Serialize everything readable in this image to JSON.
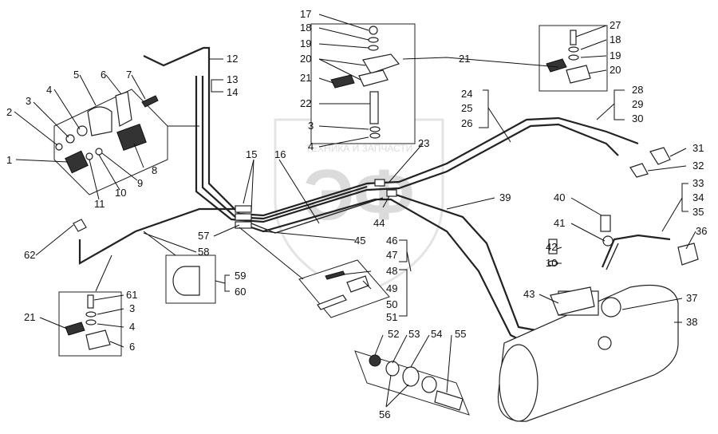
{
  "watermark": {
    "text": "ТЕХНИКА И ЗАПЧАСТИ",
    "logo": "ЭФ"
  },
  "callouts": [
    {
      "id": "c1",
      "label": "1"
    },
    {
      "id": "c2",
      "label": "2"
    },
    {
      "id": "c3",
      "label": "3"
    },
    {
      "id": "c4",
      "label": "4"
    },
    {
      "id": "c5",
      "label": "5"
    },
    {
      "id": "c6",
      "label": "6"
    },
    {
      "id": "c7",
      "label": "7"
    },
    {
      "id": "c8",
      "label": "8"
    },
    {
      "id": "c9",
      "label": "9"
    },
    {
      "id": "c10",
      "label": "10"
    },
    {
      "id": "c11",
      "label": "11"
    },
    {
      "id": "c12",
      "label": "12"
    },
    {
      "id": "c13",
      "label": "13"
    },
    {
      "id": "c14",
      "label": "14"
    },
    {
      "id": "c15",
      "label": "15"
    },
    {
      "id": "c16",
      "label": "16"
    },
    {
      "id": "c17",
      "label": "17"
    },
    {
      "id": "c18a",
      "label": "18"
    },
    {
      "id": "c19a",
      "label": "19"
    },
    {
      "id": "c20a",
      "label": "20"
    },
    {
      "id": "c21a",
      "label": "21"
    },
    {
      "id": "c22",
      "label": "22"
    },
    {
      "id": "c3b",
      "label": "3"
    },
    {
      "id": "c4b",
      "label": "4"
    },
    {
      "id": "c23",
      "label": "23"
    },
    {
      "id": "c44",
      "label": "44"
    },
    {
      "id": "c21b",
      "label": "21"
    },
    {
      "id": "c27",
      "label": "27"
    },
    {
      "id": "c18b",
      "label": "18"
    },
    {
      "id": "c19b",
      "label": "19"
    },
    {
      "id": "c20b",
      "label": "20"
    },
    {
      "id": "c24",
      "label": "24"
    },
    {
      "id": "c25",
      "label": "25"
    },
    {
      "id": "c26",
      "label": "26"
    },
    {
      "id": "c28",
      "label": "28"
    },
    {
      "id": "c29",
      "label": "29"
    },
    {
      "id": "c30",
      "label": "30"
    },
    {
      "id": "c31",
      "label": "31"
    },
    {
      "id": "c32",
      "label": "32"
    },
    {
      "id": "c33",
      "label": "33"
    },
    {
      "id": "c34",
      "label": "34"
    },
    {
      "id": "c35",
      "label": "35"
    },
    {
      "id": "c36",
      "label": "36"
    },
    {
      "id": "c37",
      "label": "37"
    },
    {
      "id": "c38",
      "label": "38"
    },
    {
      "id": "c39",
      "label": "39"
    },
    {
      "id": "c40",
      "label": "40"
    },
    {
      "id": "c41",
      "label": "41"
    },
    {
      "id": "c42",
      "label": "42"
    },
    {
      "id": "c10b",
      "label": "10"
    },
    {
      "id": "c43",
      "label": "43"
    },
    {
      "id": "c45",
      "label": "45"
    },
    {
      "id": "c46",
      "label": "46"
    },
    {
      "id": "c47",
      "label": "47"
    },
    {
      "id": "c48",
      "label": "48"
    },
    {
      "id": "c49",
      "label": "49"
    },
    {
      "id": "c50",
      "label": "50"
    },
    {
      "id": "c51",
      "label": "51"
    },
    {
      "id": "c52",
      "label": "52"
    },
    {
      "id": "c53",
      "label": "53"
    },
    {
      "id": "c54",
      "label": "54"
    },
    {
      "id": "c55",
      "label": "55"
    },
    {
      "id": "c56",
      "label": "56"
    },
    {
      "id": "c57",
      "label": "57"
    },
    {
      "id": "c58",
      "label": "58"
    },
    {
      "id": "c59",
      "label": "59"
    },
    {
      "id": "c60",
      "label": "60"
    },
    {
      "id": "c61",
      "label": "61"
    },
    {
      "id": "c3c",
      "label": "3"
    },
    {
      "id": "c4c",
      "label": "4"
    },
    {
      "id": "c21c",
      "label": "21"
    },
    {
      "id": "c6b",
      "label": "6"
    },
    {
      "id": "c62",
      "label": "62"
    }
  ]
}
